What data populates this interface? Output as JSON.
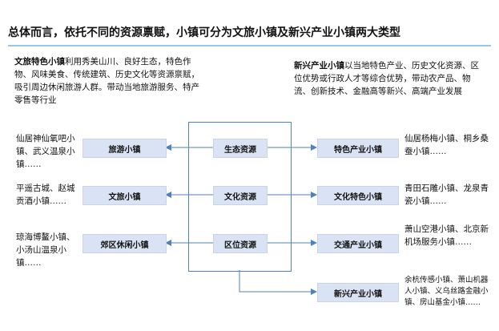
{
  "title": "总体而言，依托不同的资源禀赋，小镇可分为文旅小镇及新兴产业小镇两大类型",
  "left_desc": {
    "heading": "文旅特色小镇",
    "body": "利用秀美山川、良好生态，特色作物、风味美食、传统建筑、历史文化等资源禀赋，吸引周边休闲旅游人群。带动当地旅游服务、特产零售等行业"
  },
  "right_desc": {
    "heading": "新兴产业小镇",
    "body": "以当地特色产业、历史文化资源、区位优势或行政人才等综合优势，带动农产品、物流、创新技术、金融高等新兴、高端产业发展"
  },
  "center_boxes": [
    {
      "label": "生态资源"
    },
    {
      "label": "文化资源"
    },
    {
      "label": "区位资源"
    }
  ],
  "left_boxes": [
    {
      "label": "旅游小镇",
      "examples": "仙居神仙氧吧小镇、武义温泉小镇……"
    },
    {
      "label": "文旅小镇",
      "examples": "平遥古城、赵城贡酒小镇……"
    },
    {
      "label": "郊区休闲小镇",
      "examples": "琼海博鳌小镇、小汤山温泉小镇……"
    }
  ],
  "right_boxes": [
    {
      "label": "特色产业小镇",
      "examples": "仙居杨梅小镇、桐乡桑蚕小镇……"
    },
    {
      "label": "文化特色小镇",
      "examples": "青田石雕小镇、龙泉青瓷小镇……"
    },
    {
      "label": "交通产业小镇",
      "examples": "萧山空港小镇、北京新机场服务小镇……"
    },
    {
      "label": "新兴产业小镇",
      "examples": "余杭传感小镇、萧山机器人小镇、义乌丝路金融小镇、房山基金小镇……"
    }
  ],
  "colors": {
    "box_fill": "#dae3f3",
    "line": "#4f81bd",
    "rule": "#9dc3e6"
  }
}
